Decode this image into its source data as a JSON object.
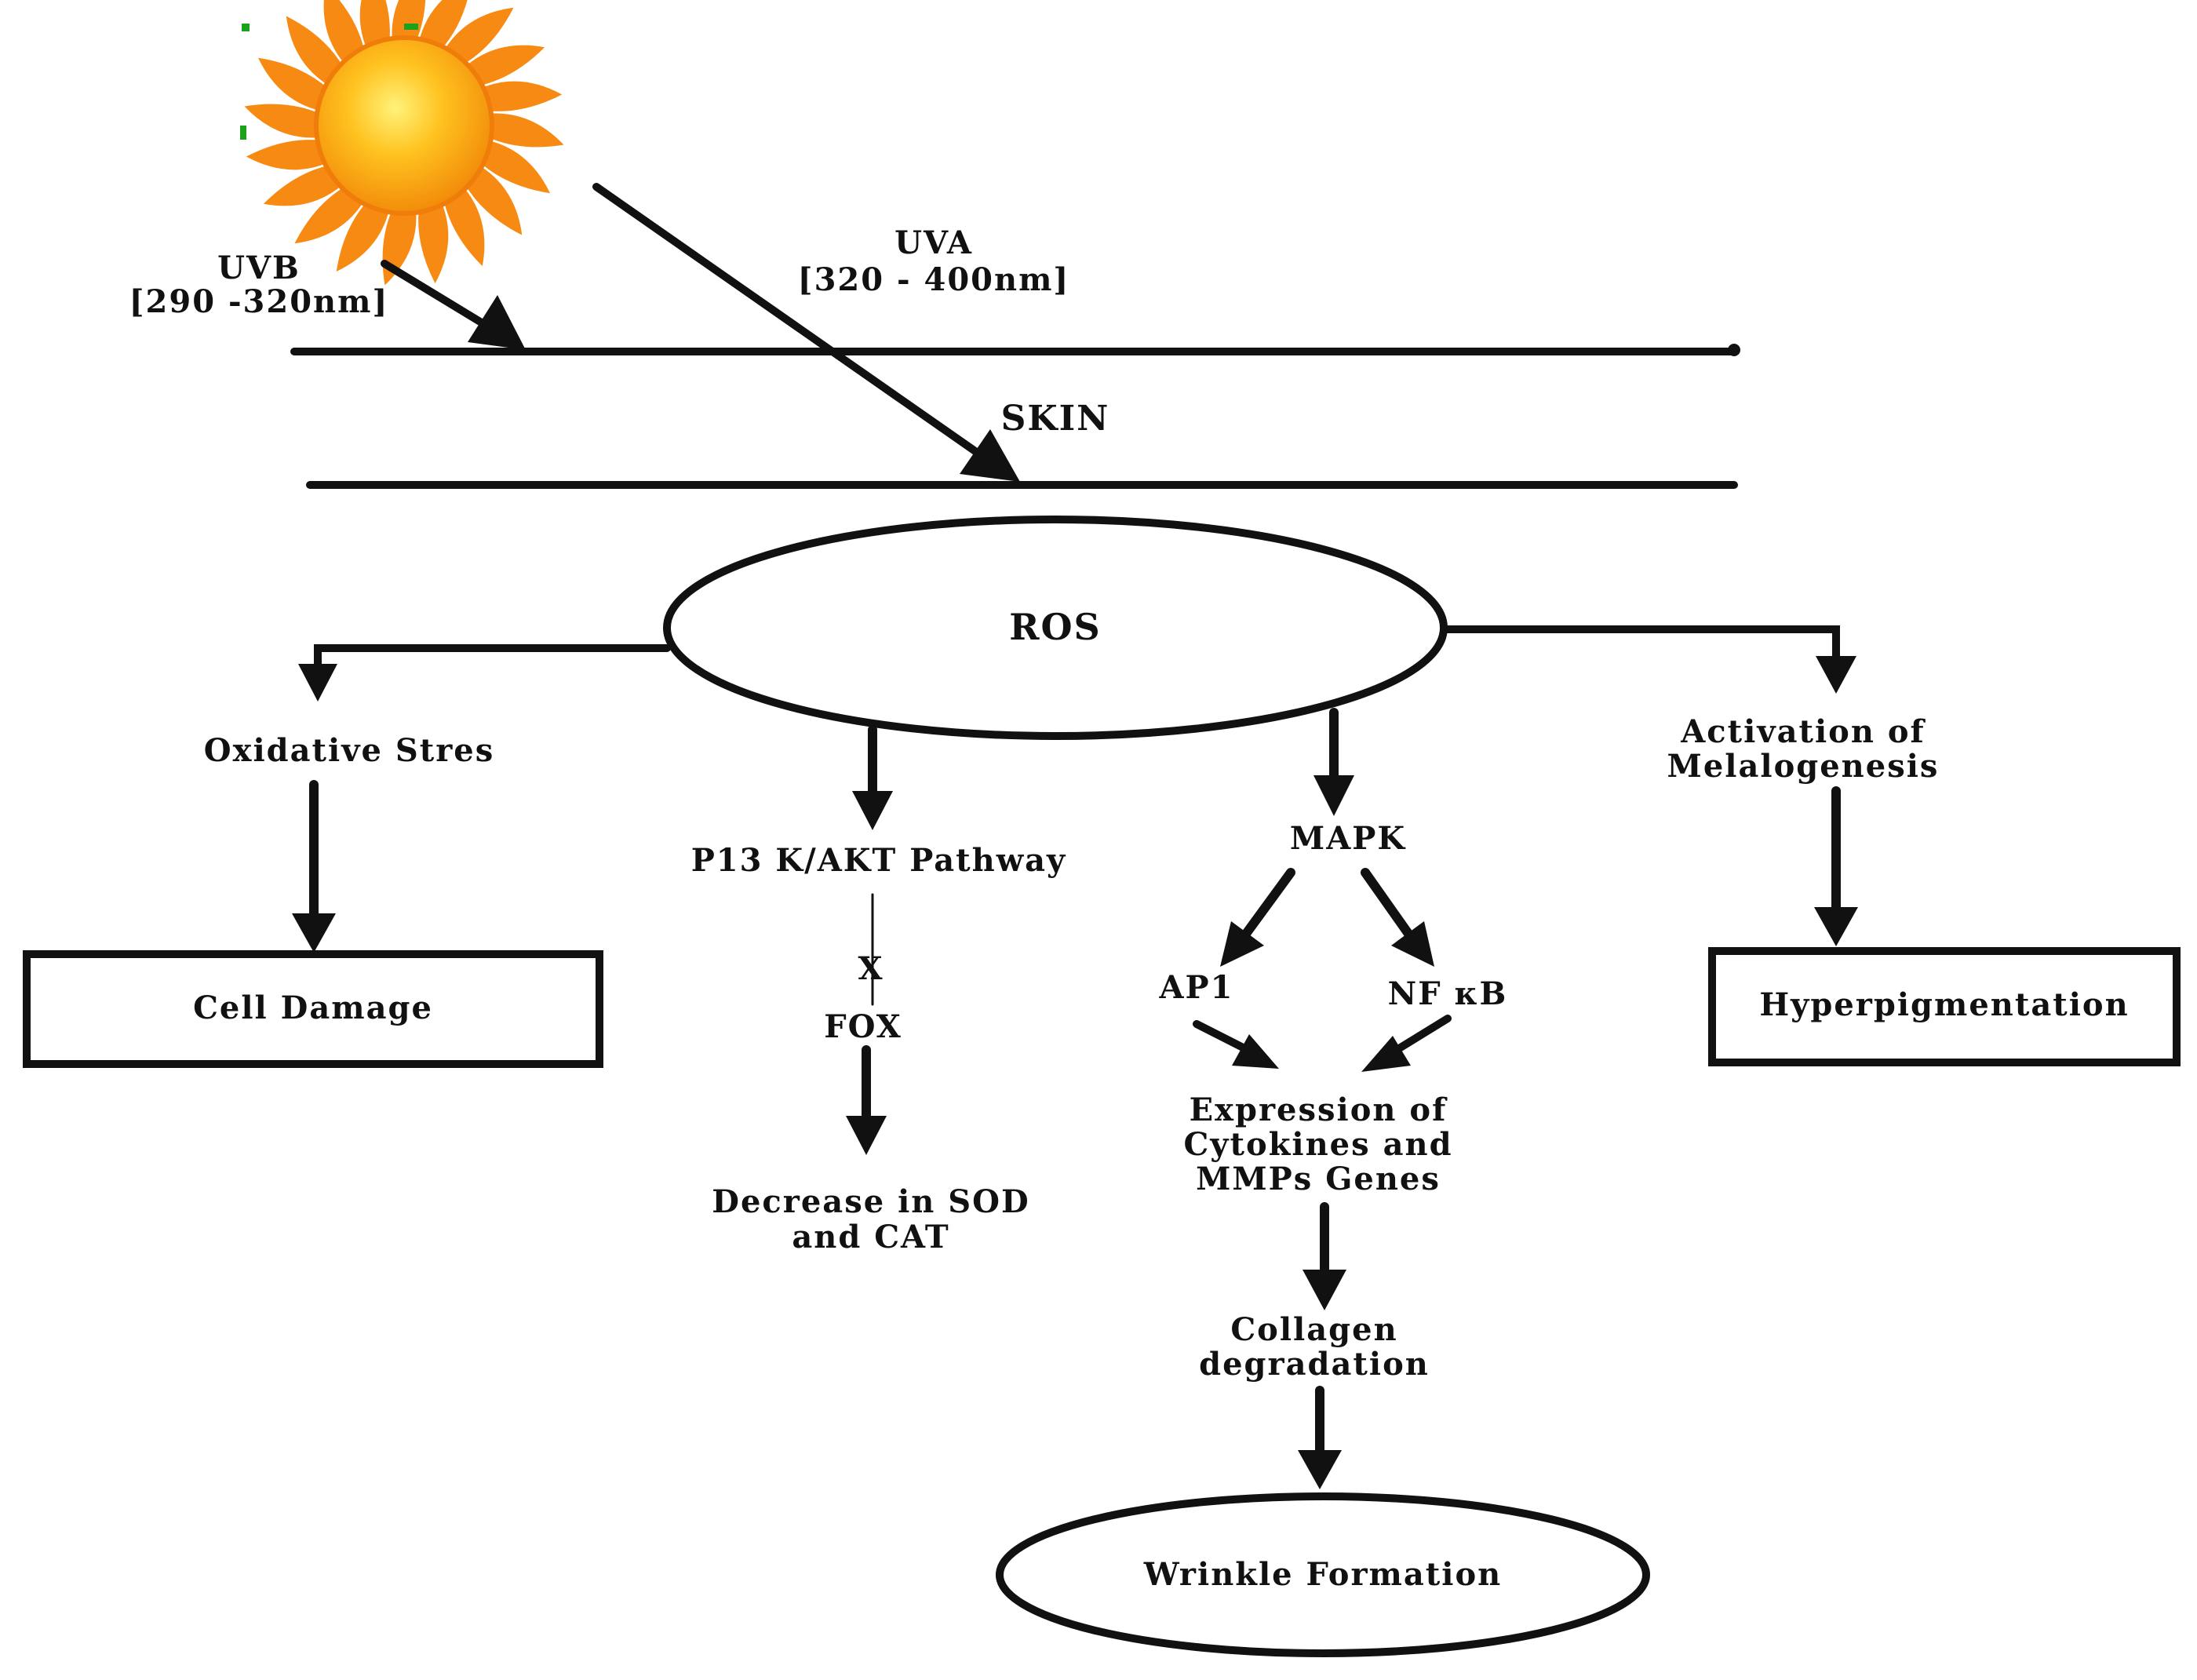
{
  "labels": {
    "uvb": "UVB",
    "uvb_range": "[290 -320nm]",
    "uva": "UVA",
    "uva_range": "[320 - 400nm]",
    "skin": "SKIN",
    "ros": "ROS",
    "oxidative_stress": "Oxidative Stres",
    "cell_damage": "Cell Damage",
    "pi3k_pathway": "P13 K/AKT Pathway",
    "inhibit_mark": "X",
    "fox": "FOX",
    "decrease_line1": "Decrease in SOD",
    "decrease_line2": "and CAT",
    "mapk": "MAPK",
    "ap1": "AP1",
    "nfkb": "NF κB",
    "expression_line1": "Expression of",
    "expression_line2": "Cytokines and",
    "expression_line3": "MMPs Genes",
    "collagen_line1": "Collagen",
    "collagen_line2": "degradation",
    "wrinkle": "Wrinkle Formation",
    "melanogenesis_line1": "Activation of",
    "melanogenesis_line2": "Melalogenesis",
    "hyperpigmentation": "Hyperpigmentation"
  },
  "icons": {
    "sun": "sun-icon"
  },
  "colors": {
    "ink": "#111111",
    "sun_core": "#f7a81b",
    "sun_highlight": "#ffe14d",
    "sun_rays": "#f78a12"
  }
}
